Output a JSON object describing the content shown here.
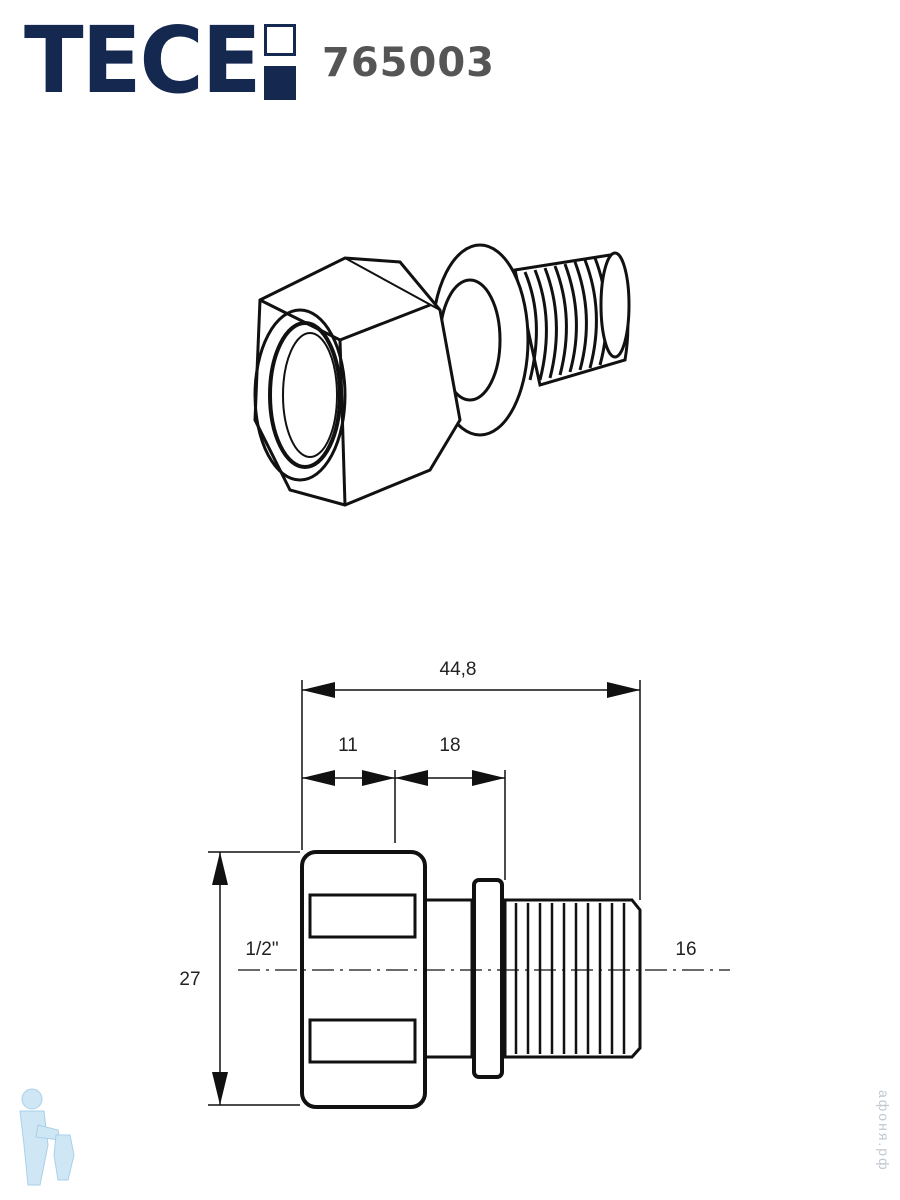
{
  "brand": {
    "name": "TECE",
    "color": "#142850"
  },
  "article_number": "765003",
  "dimensions": {
    "overall_length": "44,8",
    "nut_length": "11",
    "body_length": "18",
    "nut_height": "27",
    "thread_size": "1/2\"",
    "pipe_diameter": "16"
  },
  "watermark": "афоня.рф"
}
